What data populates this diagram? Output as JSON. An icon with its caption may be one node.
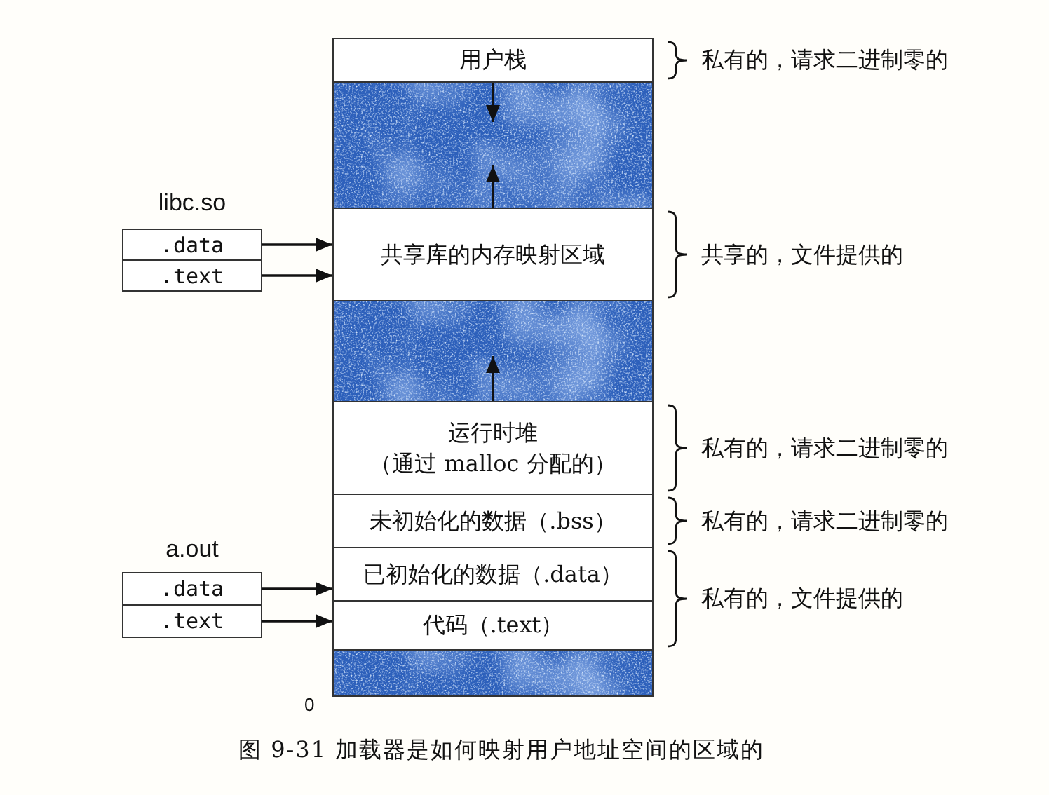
{
  "diagram": {
    "caption": "图 9-31 加载器是如何映射用户地址空间的区域的",
    "nodes": [
      {
        "text": [
          "用户栈"
        ]
      },
      {
        "text": [],
        "shape": "box"
      },
      {
        "text": [
          "libc.so"
        ]
      },
      {
        "text": [
          ".data"
        ],
        "in": 2
      },
      {
        "text": [
          ".text"
        ],
        "in": 2
      },
      {
        "text": [
          "共享库的内存映射区域"
        ]
      },
      {
        "text": [],
        "shape": "box"
      },
      {
        "text": [
          "运行时堆",
          "（通过 malloc 分配的）"
        ]
      },
      {
        "text": [
          "未初始化的数据（.bss）"
        ]
      },
      {
        "text": [
          "a.out"
        ]
      },
      {
        "text": [
          ".data"
        ],
        "in": 9
      },
      {
        "text": [
          ".text"
        ],
        "in": 9
      },
      {
        "text": [
          "已初始化的数据（.data）"
        ]
      },
      {
        "text": [
          "代码（.text）"
        ]
      },
      {
        "text": [],
        "shape": "box"
      }
    ],
    "edges": [
      {
        "from": 0,
        "to": 1,
        "arrow": "to"
      },
      {
        "from": 5,
        "to": 1,
        "arrow": "to"
      },
      {
        "from": 3,
        "to": 5,
        "arrow": "to"
      },
      {
        "from": 4,
        "to": 5,
        "arrow": "to"
      },
      {
        "from": 7,
        "to": 6,
        "arrow": "to"
      },
      {
        "from": 10,
        "to": 12,
        "arrow": "to"
      },
      {
        "from": 11,
        "to": 13,
        "arrow": "to"
      }
    ],
    "labels": [
      "私有的，请求二进制零的",
      "共享的，文件提供的",
      "私有的，请求二进制零的",
      "私有的，请求二进制零的",
      "私有的，文件提供的",
      "0"
    ]
  }
}
